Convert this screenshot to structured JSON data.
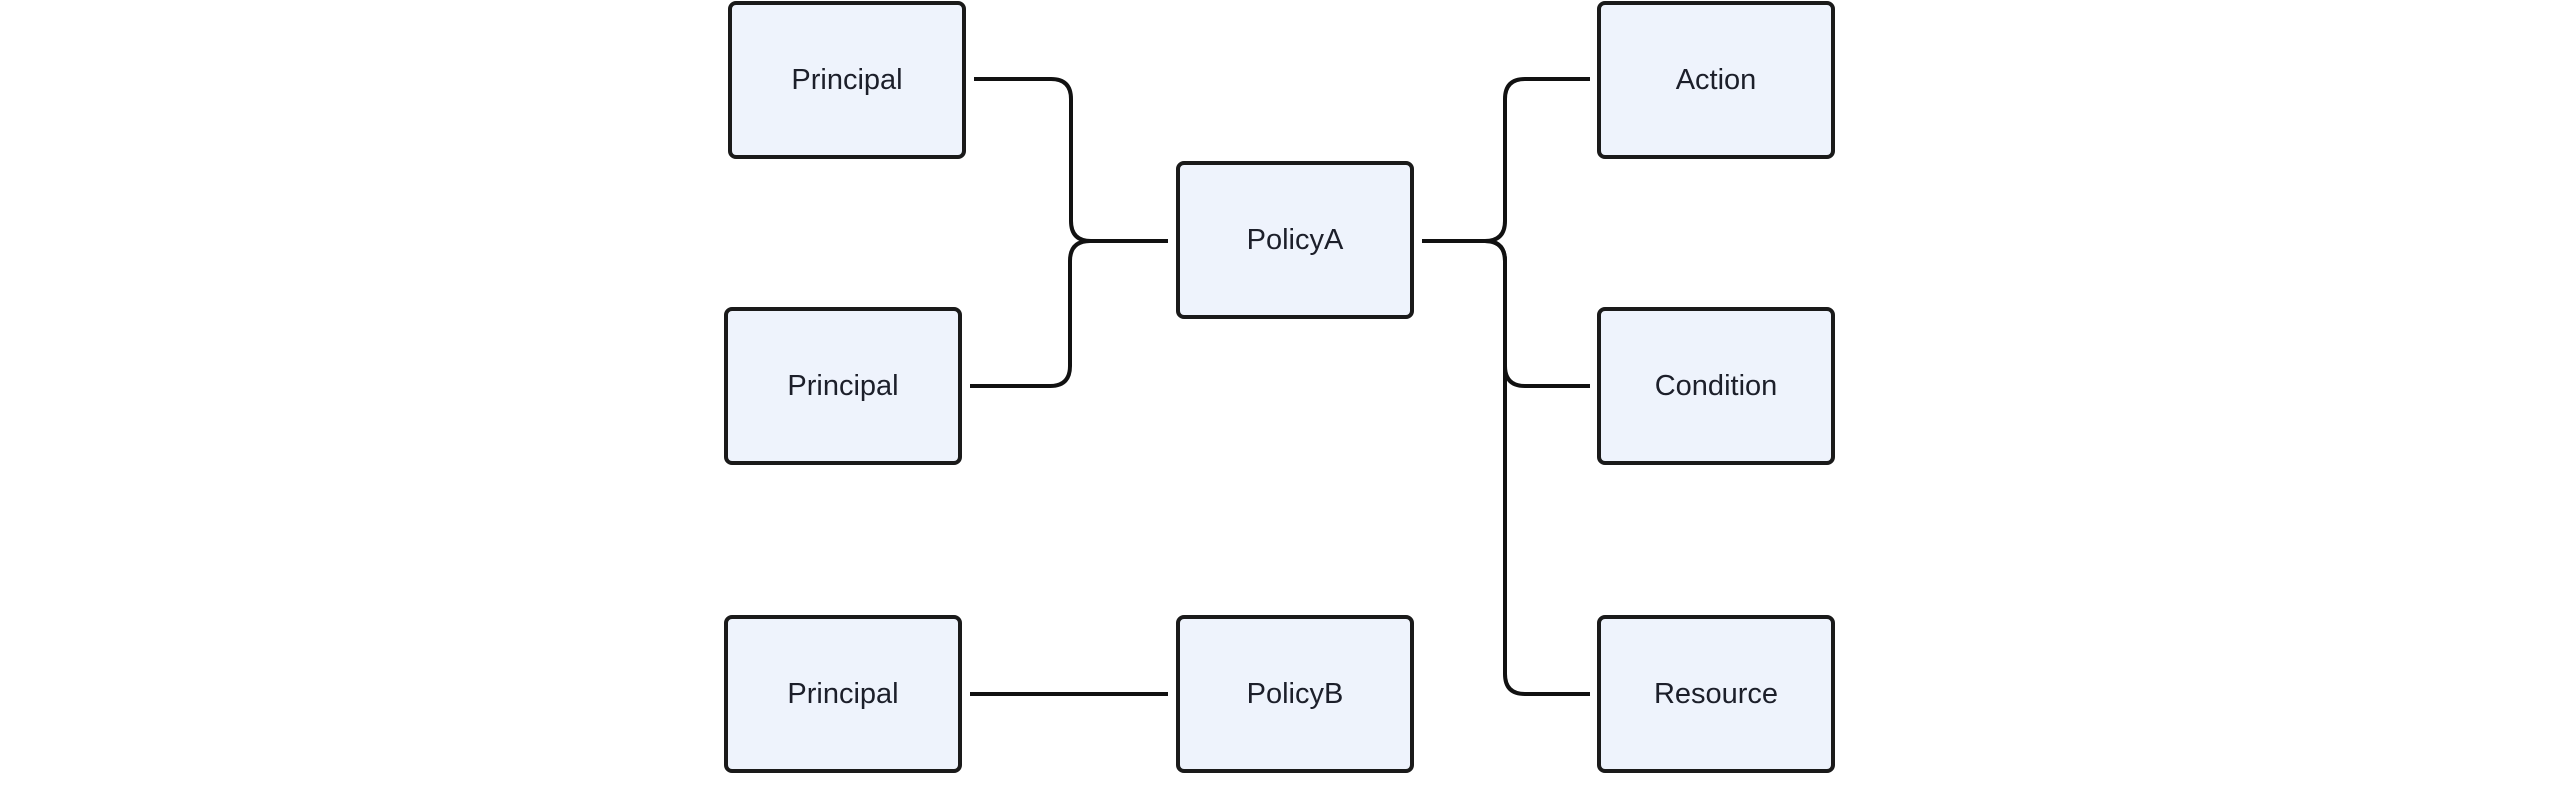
{
  "colors": {
    "node_fill": "#eef3fc",
    "node_border": "#1a1a1a",
    "connector": "#111111",
    "text": "#1c1f2a"
  },
  "nodes": {
    "principal_1": {
      "label": "Principal"
    },
    "principal_2": {
      "label": "Principal"
    },
    "principal_3": {
      "label": "Principal"
    },
    "policy_a": {
      "label": "PolicyA"
    },
    "policy_b": {
      "label": "PolicyB"
    },
    "action": {
      "label": "Action"
    },
    "condition": {
      "label": "Condition"
    },
    "resource": {
      "label": "Resource"
    }
  },
  "edges": [
    {
      "from": "principal_1",
      "to": "policy_a"
    },
    {
      "from": "principal_2",
      "to": "policy_a"
    },
    {
      "from": "policy_a",
      "to": "action"
    },
    {
      "from": "policy_a",
      "to": "condition"
    },
    {
      "from": "policy_a",
      "to": "resource"
    },
    {
      "from": "principal_3",
      "to": "policy_b"
    }
  ]
}
